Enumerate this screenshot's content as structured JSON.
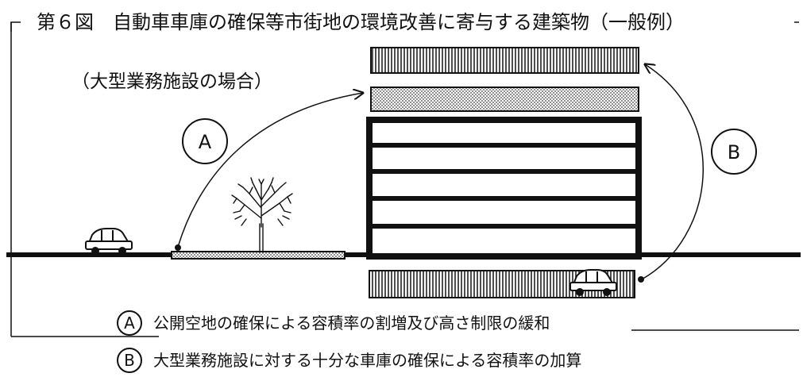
{
  "figure": {
    "title": "第６図　自動車車庫の確保等市街地の環境改善に寄与する建築物（一般例）",
    "subtitle": "（大型業務施設の場合）"
  },
  "markers": {
    "a": "A",
    "b": "B"
  },
  "legend": [
    {
      "marker": "A",
      "text": "公開空地の確保による容積率の割増及び高さ制限の緩和"
    },
    {
      "marker": "B",
      "text": "大型業務施設に対する十分な車庫の確保による容積率の加算"
    }
  ],
  "colors": {
    "ink": "#111111",
    "hatch_fill": "#8a8a8a",
    "dotted_fill": "#c8c8c8"
  }
}
